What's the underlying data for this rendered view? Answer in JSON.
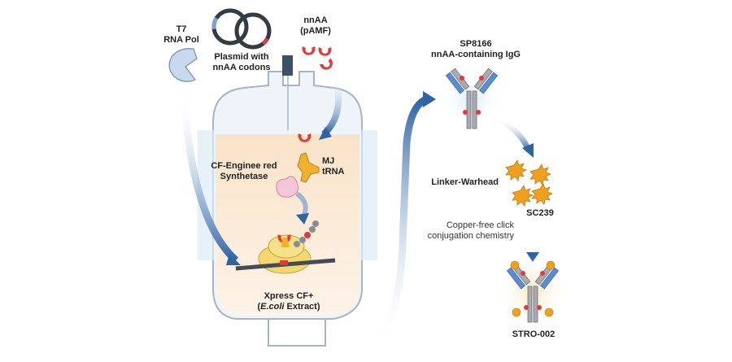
{
  "labels": {
    "t7_line1": "T7",
    "t7_line2": "RNA Pol",
    "plasmid_line1": "Plasmid with",
    "plasmid_line2": "nnAA codons",
    "nnaa_line1": "nnAA",
    "nnaa_line2": "(pAMF)",
    "cf_line1": "CF-Enginee red",
    "cf_line2": "Synthetase",
    "mj_line1": "MJ",
    "mj_line2": "tRNA",
    "xpress_line1": "Xpress CF+",
    "xpress_ecoli": "E.coli",
    "xpress_extract": " Extract)",
    "xpress_open": "(",
    "sp_line1": "SP8166",
    "sp_line2": "nnAA-containing IgG",
    "linker": "Linker-Warhead",
    "sc239": "SC239",
    "click_line1": "Copper-free click",
    "click_line2": "conjugation chemistry",
    "stro": "STRO-002"
  },
  "colors": {
    "arrow_blue": "#2f64a3",
    "vessel_outline": "#a7b4c2",
    "vessel_fill": "#eef4fa",
    "liquid": "#fbe9d3",
    "nnaa_red": "#e03a3a",
    "trna_orange": "#f0b030",
    "synthetase_pink": "#f5c6d8",
    "ribosome_yellow": "#f4d770",
    "antibody_grey": "#a9abb0",
    "antibody_blue": "#5b8ed1",
    "warhead_orange": "#f0a020"
  }
}
